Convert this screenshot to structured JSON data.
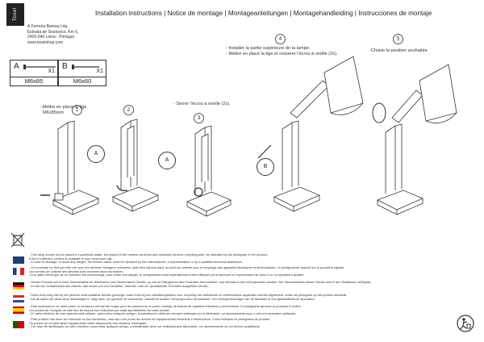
{
  "brand": {
    "logo_text": "Tosel"
  },
  "company": {
    "line1": "A.Ferreira Barosa Lda.",
    "line2": "Estrada de Soutocico, Km 6,",
    "line3": "2420-046 Leiria - Portugal",
    "line4": "www.toselshop.com"
  },
  "title": "Installation instructions | Notice de montage | Montageanleitungen | Montagehandleiding | Instrucciones de montaje",
  "parts": [
    {
      "letter": "A",
      "qty": "X1",
      "size": "M6x85"
    },
    {
      "letter": "B",
      "qty": "X1",
      "size": "M6x60"
    }
  ],
  "steps": [
    {
      "num": "1",
      "line1": "- Mettre en place la tige",
      "line2": "M6x85mm"
    },
    {
      "num": "2",
      "line1": "",
      "line2": ""
    },
    {
      "num": "3",
      "line1": "- Serrer l'écrou à oreille (2x).",
      "line2": ""
    },
    {
      "num": "4",
      "line1": "- Installer la partie supérieure de la lampe.",
      "line2": "- Mettre en place la tige et resserer l'écrou à oreille (2x)."
    },
    {
      "num": "5",
      "line1": "-Choisir la position souhaitée",
      "line2": ""
    }
  ],
  "callouts": {
    "a1": "A",
    "a2": "A",
    "b": "B"
  },
  "legal": {
    "gb1": "- This lamp should not be placed in household waste, but placed in the nearest electrical and electronic devices recycling point. As indicated by the pictogram in the product.",
    "gb2": "A list of collection centers is available in your local town hall.",
    "gb3": "- In case of damage, to avoid any danger, the electric cable, must be replaced by the manufacturer, a representative or by a qualified technical assistance.",
    "fr1": "- Ce luminaire ne doit pas être mis avec les déchets ménagers ordinaires, mais être déposé dans un point de collecte pour le recyclage des appareils électriques et électroniques. Le pictogramme apposé sur le produit le signale.",
    "fr2": "Les centres de collecte des déchets sont recensés dans les mairies.",
    "fr3": "-Si le câble électrique de ce luminaire est endommagé, pour éviter tout danger, le remplacement doit impérativement être effectué par le fabricant un représentant de celui-ci ou un réparateur qualifié.",
    "de1": "- Dieses Produkt soll in einer Sammelstelle für Elektrische und Elektronische Geräte, so wie im Piktogramm des Produktes demonstriert, und niemals in den Müll geworfen werden. Die Sammelstellen dieser Geräte sind in den Rathäuser verfügbar.",
    "de2": "- Im fall von Schadlichkeit des Kabels, das ersatz soll von Hersteller, Vertreter oder ein Qualifizierter Techniker ausgeführt werden.",
    "nl1": "- Deze lamp mag niet bij het gewone huishoudafval worden gevoegd, maar moet bij een afvalbrengstation voor recycling van elektrische en elektronische apparaten worden afgeleverd, zoals het pictogram op het product aanduidt.",
    "nl2": "- Als de kabel van deze lamp beschadigd is, mag deze, om gevaren te voorkomen, uitsluitend worden vervangen door de fabrikant, een vertegenwoordiger van de fabrikant of een gekwalificeerde reparateur.",
    "es1": "- Esta luminaria no se debe poner en la basura normal del hogar, pero se colocará en el punto reciclaje de basura de aparatos eléctricos y electrónicos. El pictograma apuesto al producto lo indica.",
    "es2": "Los puntos de recogida de este tipo de basura son indicados por cada ayuntamiento de cada ciudad.",
    "es3": "- El cable eléctrico de este aparato está dañado, para evitar cualquier peligro, la substitución debe ser siempre realizada por el fabricante, un representante suyo o por uno reparador calificado.",
    "pt1": "- Este produto não deve ser colocado no lixo doméstico, mas sim num ponto de recolha de equipamentos eléctricos e electrónicos. Como indicado no pictograma do produto.",
    "pt2": "Os pontos de recolha deste equipamento estão disponíveis nas câmaras municipais.",
    "pt3": "- Em caso de danificação do cabo eléctrico, para evitar qualquer perigo, a substituição deve ser realizada pelo fabricante, um representante ou um técnico qualificado."
  }
}
